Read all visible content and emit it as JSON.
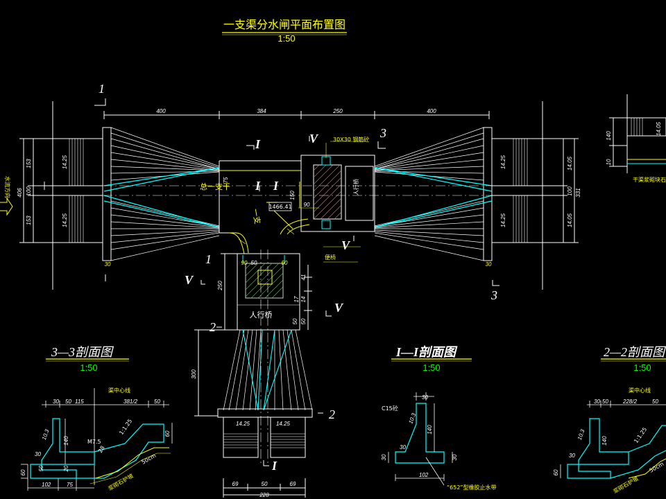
{
  "title": "一支渠分水闸平面布置图",
  "scale": "1:50",
  "plan": {
    "dims_top": [
      "400",
      "384",
      "250",
      "400"
    ],
    "left_dims": [
      "153",
      "100",
      "153",
      "406"
    ],
    "right_dims": [
      "14.05",
      "100",
      "14.05",
      "331"
    ],
    "left_slope": [
      "14.25",
      "14.25"
    ],
    "right_slope": [
      "14.25",
      "14.25"
    ],
    "sec_marks": [
      "1",
      "1",
      "3",
      "3",
      "2",
      "2",
      "I",
      "I",
      "I",
      "I",
      "V",
      "V",
      "V",
      "V"
    ],
    "main_canal": "总一支干",
    "branch_canal": "一支",
    "gate_slot": "30X30 钢筋砼",
    "bridge1": "人行桥",
    "bridge2": "人行桥",
    "elev": "1466.41",
    "road": "便桥",
    "bottom_dims": [
      "69",
      "50",
      "69",
      "228"
    ],
    "v_dims": [
      "250",
      "300",
      "75",
      "150",
      "90",
      "41",
      "14",
      "17",
      "50",
      "50"
    ],
    "bottom_slope": [
      "14.25",
      "14.25"
    ],
    "small_dims": [
      "30",
      "30",
      "90",
      "50",
      "50"
    ],
    "side_dims": [
      "140",
      "10",
      "14.05"
    ],
    "side_note": "干渠浆砌块石"
  },
  "section33": {
    "title": "3—3剖面图",
    "scale": "1:50",
    "center": "渠中心线",
    "dims": [
      "30",
      "50",
      "115",
      "381/2",
      "50",
      "140",
      "10.3",
      "60",
      "30",
      "20",
      "60",
      "50",
      "102",
      "75"
    ],
    "notes": [
      "50cm",
      "M7.5",
      "1:1.25",
      "浆砌石护坡",
      "28"
    ]
  },
  "section11": {
    "title": "I—I剖面图",
    "scale": "1:50",
    "c15": "C15砼",
    "dims": [
      "30",
      "10.3",
      "140",
      "30",
      "30",
      "30",
      "102"
    ],
    "note": "“652”型橡胶止水带"
  },
  "section22": {
    "title": "2—2剖面图",
    "scale": "1:50",
    "center": "渠中心线",
    "dims": [
      "30",
      "50",
      "228/2",
      "50",
      "140",
      "10.3",
      "30",
      "60"
    ],
    "notes": [
      "50cm",
      "1:1.25",
      "浆砌石护坡"
    ]
  },
  "left_note": "水流方向"
}
